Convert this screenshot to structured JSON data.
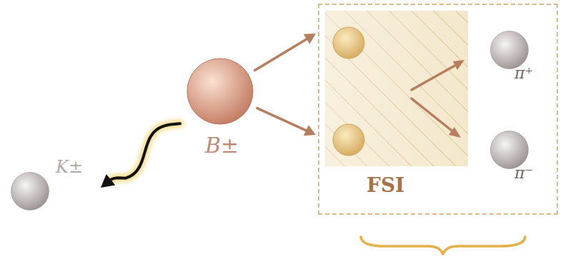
{
  "diagram": {
    "nodes": [
      {
        "text": [
          "K±"
        ]
      },
      {
        "text": [
          "B±"
        ]
      },
      {
        "text": [
          "FSI"
        ]
      },
      {
        "text": [
          "π⁺"
        ],
        "in": 2
      },
      {
        "text": [
          "π⁻"
        ],
        "in": 2
      }
    ],
    "edges": [
      {
        "from": 1,
        "to": 0,
        "arrow": "to"
      },
      {
        "from": 1,
        "to": 2,
        "arrow": "to"
      },
      {
        "from": 1,
        "to": 2,
        "arrow": "to"
      }
    ]
  }
}
